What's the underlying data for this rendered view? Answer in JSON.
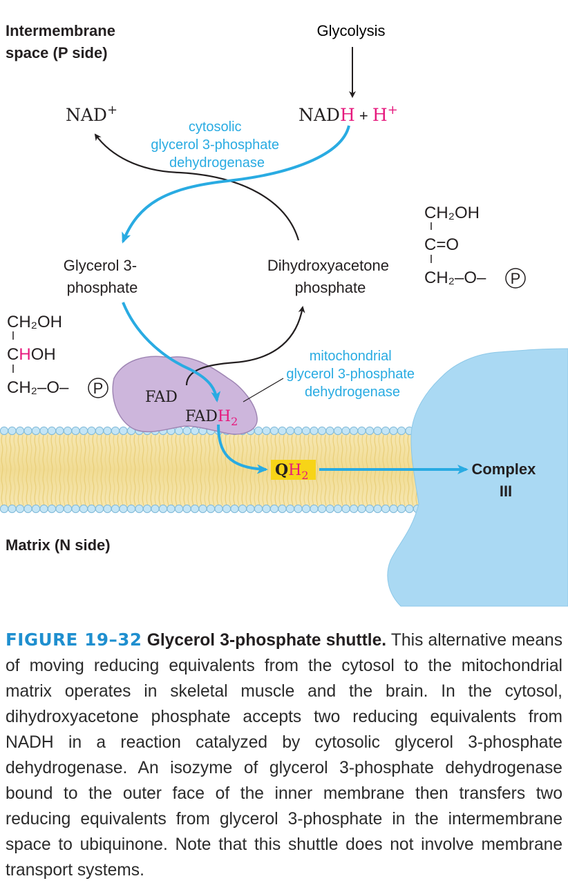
{
  "labels": {
    "intermembrane_line1": "Intermembrane",
    "intermembrane_line2": "space (P side)",
    "glycolysis": "Glycolysis",
    "nad_plus": "NAD",
    "nad_sup": "+",
    "nadh_prefix": "NAD",
    "nadh_h": "H",
    "nadh_plus": " + ",
    "h_plus": "H",
    "h_sup": "+",
    "cyto_enzyme_line1": "cytosolic",
    "cyto_enzyme_line2": "glycerol 3-phosphate",
    "cyto_enzyme_line3": "dehydrogenase",
    "g3p_line1": "Glycerol 3-",
    "g3p_line2": "phosphate",
    "dhap_line1": "Dihydroxyacetone",
    "dhap_line2": "phosphate",
    "mito_enzyme_line1": "mitochondrial",
    "mito_enzyme_line2": "glycerol 3-phosphate",
    "mito_enzyme_line3": "dehydrogenase",
    "fad": "FAD",
    "fadh_prefix": "FAD",
    "fadh_h": "H",
    "fadh_sub": "2",
    "qh_q": "Q",
    "qh_h": "H",
    "qh_sub": "2",
    "complex_line1": "Complex",
    "complex_line2": "III",
    "matrix": "Matrix (N side)"
  },
  "structures": {
    "dhap": {
      "row1": "CH₂OH",
      "row2": "C=O",
      "row3_prefix": "CH₂–O–",
      "phosphate": "P"
    },
    "g3p": {
      "row1": "CH₂OH",
      "row2_c": "C",
      "row2_h": "H",
      "row2_oh": "OH",
      "row3_prefix": "CH₂–O–",
      "phosphate": "P"
    }
  },
  "caption": {
    "figure_number": "FIGURE 19–32",
    "title": "Glycerol 3-phosphate shuttle.",
    "body": "This alternative means of moving reducing equivalents from the cytosol to the mitochondrial matrix operates in skeletal muscle and the brain. In the cytosol, dihydroxyacetone phosphate accepts two reducing equivalents from NADH in a reaction catalyzed by cytosolic glycerol 3-phosphate dehydrogenase. An isozyme of glycerol 3-phosphate dehydrogenase bound to the outer face of the inner membrane then transfers two reducing equivalents from glycerol 3-phosphate in the intermembrane space to ubiquinone. Note that this shuttle does not involve membrane transport systems."
  },
  "colors": {
    "blue_arrow": "#29abe2",
    "magenta": "#e6197d",
    "enzyme_fill": "#cdb6dc",
    "complex_fill": "#aad9f3",
    "membrane_fill": "#f4e3a6",
    "head_fill": "#c4e5f5",
    "qh2_highlight": "#f7d417",
    "caption_blue": "#1f8fcf"
  }
}
